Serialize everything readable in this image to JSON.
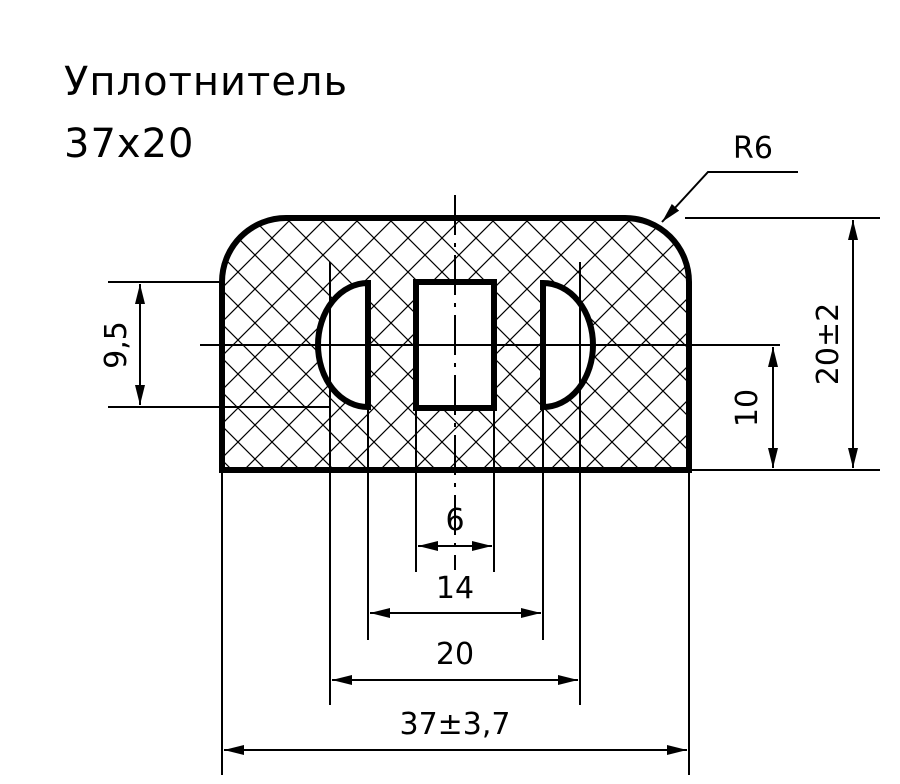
{
  "title": {
    "line1": "Уплотнитель",
    "line2": "37x20"
  },
  "dimensions": {
    "radius": "R6",
    "hole_height": "9,5",
    "total_height": "20±2",
    "axis_height": "10",
    "slot_width": "6",
    "inner_span": "14",
    "hole_centers": "20",
    "overall_width": "37±3,7"
  }
}
